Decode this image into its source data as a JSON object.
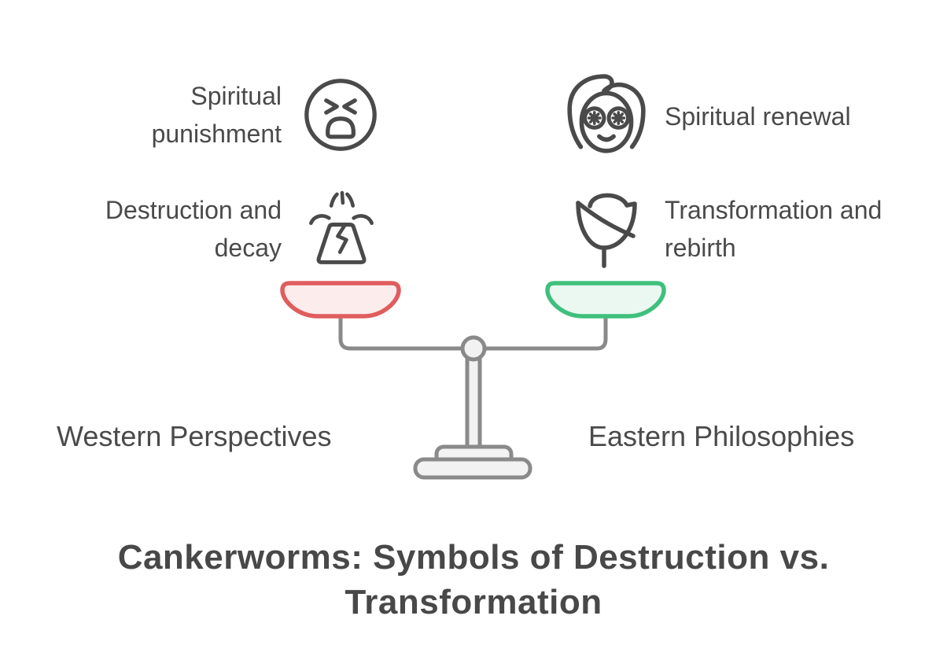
{
  "diagram": {
    "title": "Cankerworms: Symbols of Destruction vs. Transformation",
    "left_side": {
      "label": "Western Perspectives",
      "items": [
        {
          "text": "Spiritual punishment",
          "icon": "angry-face-icon"
        },
        {
          "text": "Destruction and decay",
          "icon": "volcano-icon"
        }
      ]
    },
    "right_side": {
      "label": "Eastern Philosophies",
      "items": [
        {
          "text": "Spiritual renewal",
          "icon": "spa-face-mask-icon"
        },
        {
          "text": "Transformation and rebirth",
          "icon": "rose-icon"
        }
      ]
    },
    "colors": {
      "text": "#4a4a4a",
      "icon_stroke": "#4a4a4a",
      "scale_stroke": "#8a8a8a",
      "scale_fill": "#f2f2f2",
      "left_pan_stroke": "#e05d5d",
      "left_pan_fill": "#fcecec",
      "right_pan_stroke": "#3fc07d",
      "right_pan_fill": "#eaf8f1"
    }
  }
}
